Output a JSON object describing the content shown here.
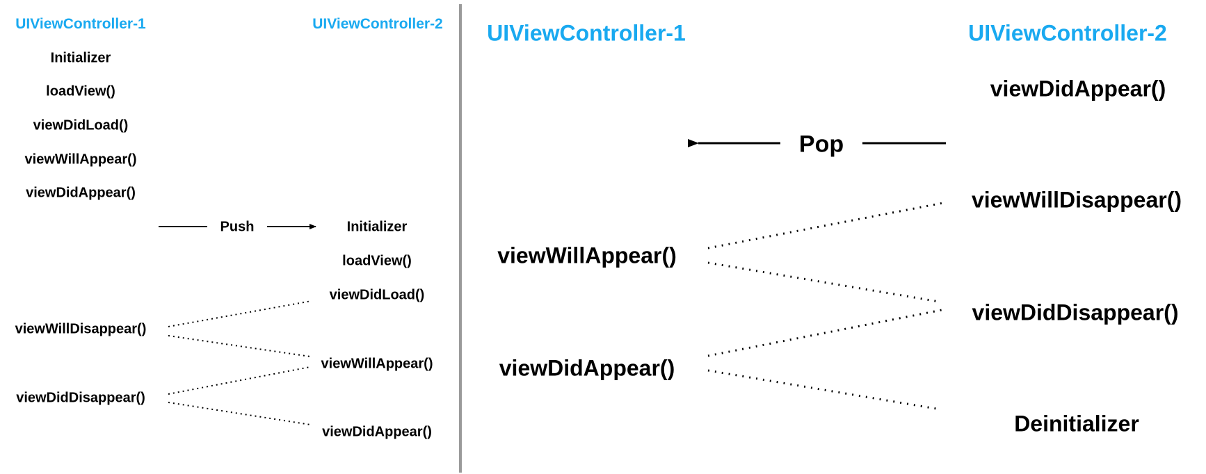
{
  "push_panel": {
    "vc1_title": "UIViewController-1",
    "vc2_title": "UIViewController-2",
    "vc1_sequence": [
      "Initializer",
      "loadView()",
      "viewDidLoad()",
      "viewWillAppear()",
      "viewDidAppear()"
    ],
    "transition": "Push",
    "vc2_sequence": [
      "Initializer",
      "loadView()",
      "viewDidLoad()",
      "viewWillAppear()",
      "viewDidAppear()"
    ],
    "vc1_after": [
      "viewWillDisappear()",
      "viewDidDisappear()"
    ]
  },
  "pop_panel": {
    "vc1_title": "UIViewController-1",
    "vc2_title": "UIViewController-2",
    "vc2_top": "viewDidAppear()",
    "transition": "Pop",
    "vc2_sequence": [
      "viewWillDisappear()",
      "viewDidDisappear()",
      "Deinitializer"
    ],
    "vc1_sequence": [
      "viewWillAppear()",
      "viewDidAppear()"
    ]
  },
  "colors": {
    "title": "#19a9f0",
    "text": "#000000",
    "divider": "#9a9a9a"
  }
}
